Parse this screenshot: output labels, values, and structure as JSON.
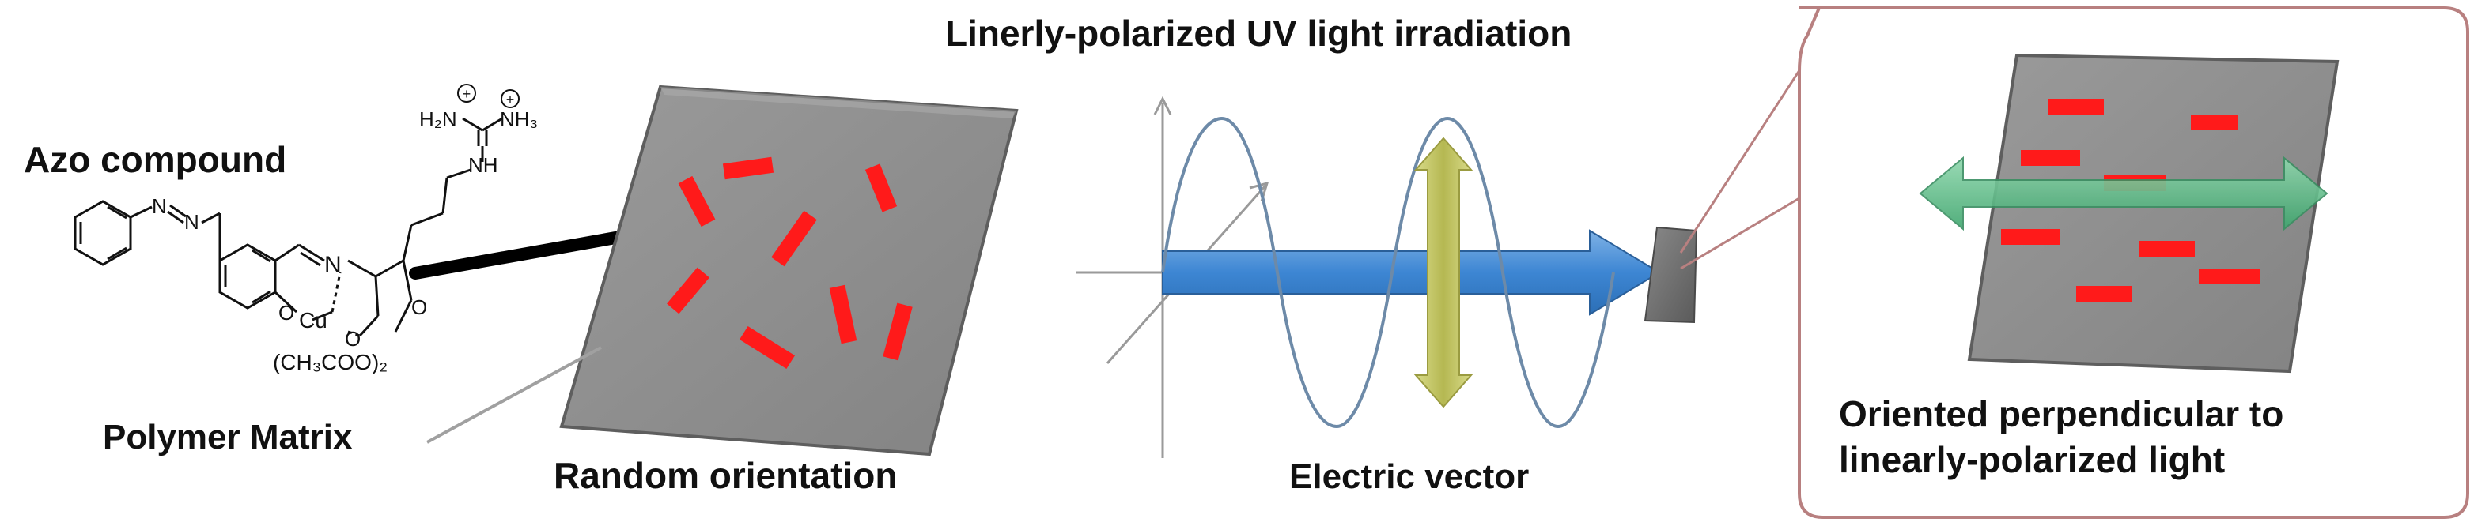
{
  "labels": {
    "azo_compound": "Azo compound",
    "polymer_matrix": "Polymer Matrix",
    "random_orientation": "Random orientation",
    "uv_irradiation": "Linerly-polarized UV light irradiation",
    "electric_vector": "Electric vector",
    "oriented_line1": "Oriented perpendicular to",
    "oriented_line2": "linearly-polarized light"
  },
  "chemical": {
    "nh2_top": "H₂N",
    "nh3": "NH₃",
    "nh": "NH",
    "n_double": "N",
    "n_imine": "N",
    "cu": "Cu",
    "o_ring": "O",
    "o_ester": "O",
    "o_carbonyl": "O",
    "acetate": "(CH₃COO)₂",
    "plus": "+"
  },
  "colors": {
    "plate": "#8f8f8f",
    "plate_edge": "#5e5e5e",
    "dye": "#ff1a1a",
    "beam": "#4a8fd6",
    "wave": "#6d8aa8",
    "e_vector": "#c9cc6a",
    "perp_arrow": "#5bb88a",
    "callout": "#b88080"
  },
  "icons": [
    "rod-molecule-icon",
    "light-beam-arrow-icon",
    "sine-wave-icon",
    "double-arrow-icon"
  ]
}
